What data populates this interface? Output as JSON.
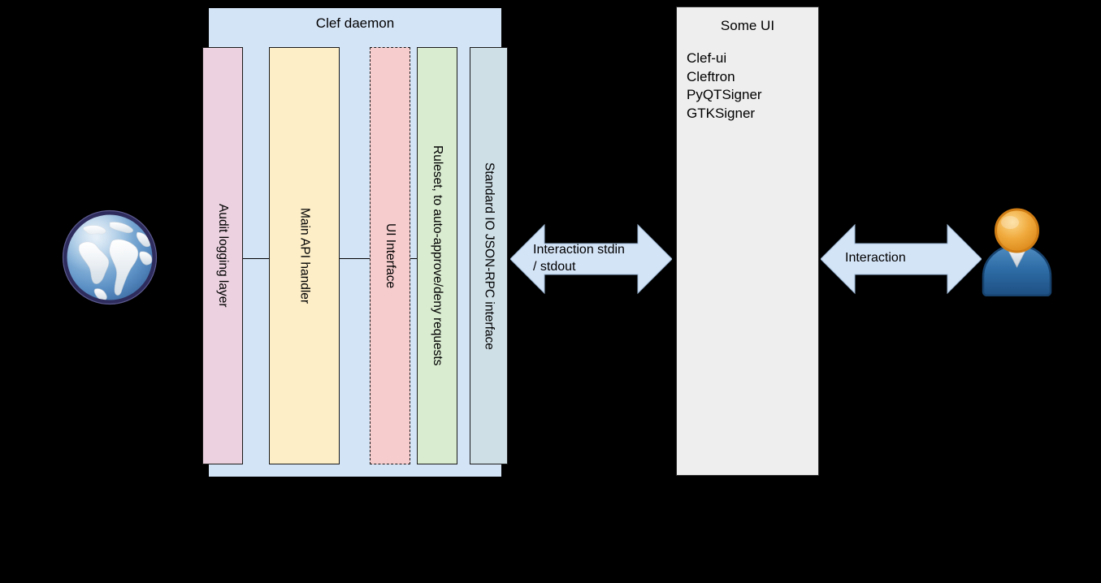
{
  "diagram": {
    "daemon": {
      "title": "Clef daemon",
      "boxes": [
        {
          "name": "audit-logging-layer",
          "label": "Audit logging layer",
          "color": "#ecd2e0",
          "style": "solid"
        },
        {
          "name": "main-api-handler",
          "label": "Main API handler",
          "color": "#fdeec8",
          "style": "solid"
        },
        {
          "name": "ui-interface",
          "label": "UI Interface",
          "color": "#f6cccd",
          "style": "dashed"
        },
        {
          "name": "ruleset",
          "label": "Ruleset, to auto-approve/deny requests",
          "color": "#d9ecd0",
          "style": "solid"
        },
        {
          "name": "standard-io",
          "label": "Standard IO JSON-RPC interface",
          "color": "#cedfe6",
          "style": "solid"
        }
      ],
      "container_color": "#d4e4f7"
    },
    "some_ui": {
      "title": "Some UI",
      "items": [
        "Clef-ui",
        "Cleftron",
        "PyQTSigner",
        "GTKSigner"
      ],
      "background": "#eeeeee"
    },
    "arrows": [
      {
        "name": "interaction-stdio-arrow",
        "label": "Interaction stdin\n/ stdout",
        "color": "#d4e4f7"
      },
      {
        "name": "interaction-user-arrow",
        "label": "Interaction",
        "color": "#d4e4f7"
      }
    ],
    "icons": [
      {
        "name": "globe-icon",
        "meaning": "internet / external world"
      },
      {
        "name": "user-icon",
        "meaning": "human user"
      }
    ],
    "background": "#000000"
  }
}
